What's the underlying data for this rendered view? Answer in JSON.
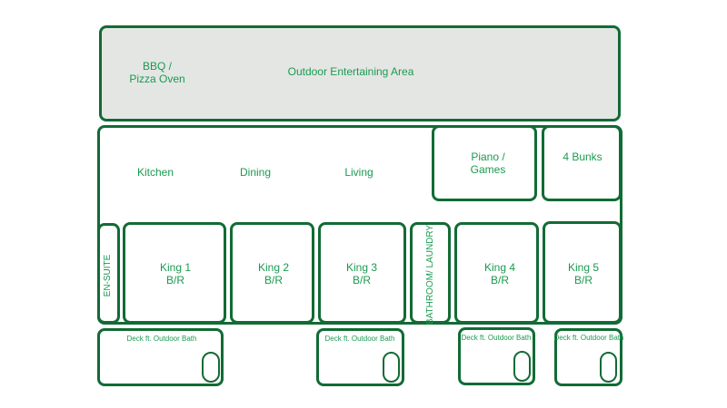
{
  "outdoor": {
    "bbq": "BBQ /",
    "pizza": "Pizza Oven",
    "area": "Outdoor Entertaining Area"
  },
  "living_zone": {
    "kitchen": "Kitchen",
    "dining": "Dining",
    "living": "Living"
  },
  "piano": {
    "line1": "Piano /",
    "line2": "Games"
  },
  "bunks": "4 Bunks",
  "ensuite": "EN-SUITE",
  "bathroom": "BATHROOM/ LAUNDRY",
  "bedrooms": [
    {
      "name": "King 1",
      "sub": "B/R"
    },
    {
      "name": "King 2",
      "sub": "B/R"
    },
    {
      "name": "King 3",
      "sub": "B/R"
    },
    {
      "name": "King 4",
      "sub": "B/R"
    },
    {
      "name": "King 5",
      "sub": "B/R"
    }
  ],
  "decks": [
    "Deck ft. Outdoor Bath",
    "Deck ft. Outdoor Bath",
    "Deck ft. Outdoor Bath",
    "Deck ft. Outdoor Bath"
  ],
  "colors": {
    "wall": "#126b35",
    "text": "#1a9a50",
    "outdoor_fill": "#e4e6e4"
  }
}
